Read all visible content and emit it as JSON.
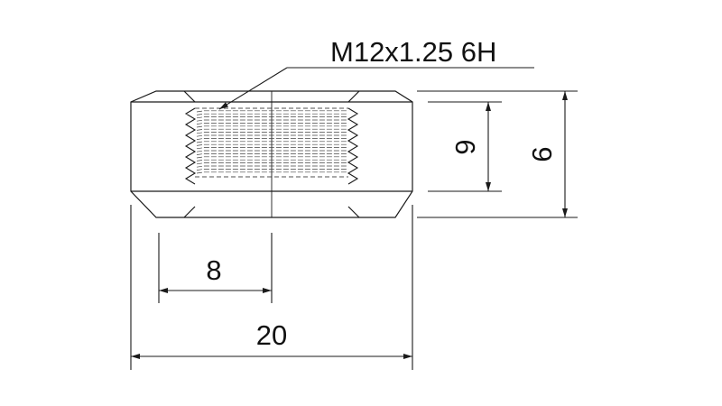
{
  "drawing": {
    "callout_text": "M12x1.25 6H",
    "dimensions": {
      "depth": "8",
      "length": "20",
      "thread_extent": "6",
      "height": "9"
    },
    "colors": {
      "line": "#1a1a1a",
      "hatch": "#444444",
      "background": "#ffffff"
    }
  }
}
